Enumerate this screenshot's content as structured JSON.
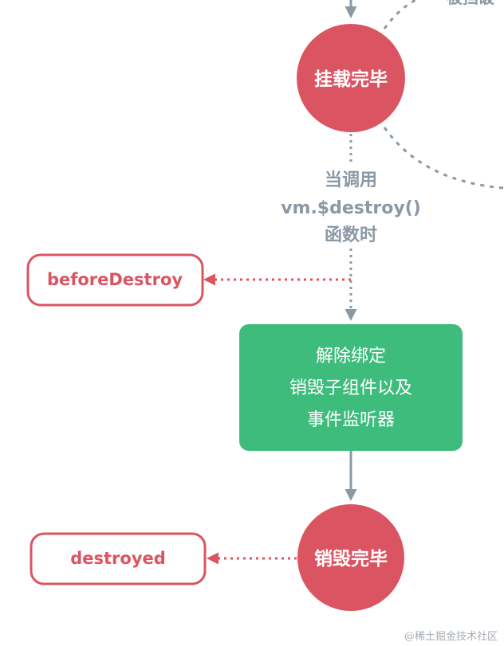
{
  "top_partial_text": "被挡破",
  "mounted_node": {
    "label": "挂载完毕",
    "color": "#db5461"
  },
  "condition": {
    "lines": [
      "当调用",
      "vm.$destroy()",
      "函数时"
    ],
    "color": "#8a99a6"
  },
  "before_destroy_hook": {
    "label": "beforeDestroy",
    "color": "#db5461"
  },
  "teardown_box": {
    "lines": [
      "解除绑定",
      "销毁子组件以及",
      "事件监听器"
    ],
    "color": "#3ebc7c"
  },
  "destroyed_node": {
    "label": "销毁完毕",
    "color": "#db5461"
  },
  "destroyed_hook": {
    "label": "destroyed",
    "color": "#db5461"
  },
  "watermark": {
    "text": "@稀土掘金技术社区"
  },
  "colors": {
    "connector_gray": "#8a99a6",
    "hook_dotted": "#db5461"
  }
}
